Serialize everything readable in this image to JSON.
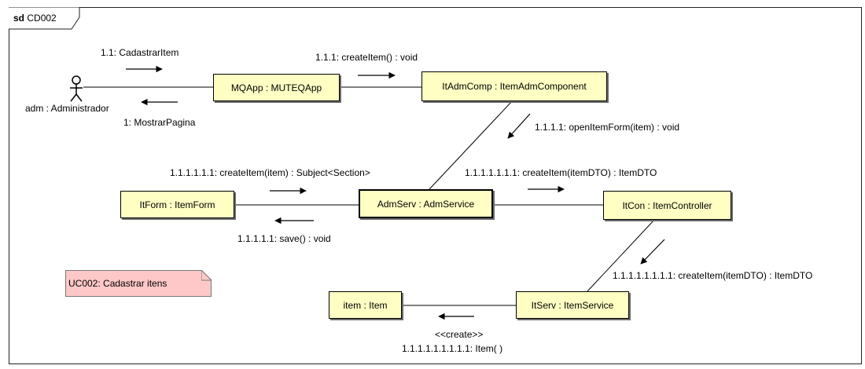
{
  "frame": {
    "kind": "sd",
    "name": "CD002"
  },
  "actor": {
    "label": "adm : Administrador"
  },
  "objects": {
    "mqapp": "MQApp : MUTEQApp",
    "itadmcomp": "ItAdmComp : ItemAdmComponent",
    "itform": "ItForm : ItemForm",
    "admserv": "AdmServ : AdmService",
    "itcon": "ItCon : ItemController",
    "item": "item : Item",
    "itserv": "ItServ : ItemService"
  },
  "messages": {
    "m1_1": "1.1: CadastrarItem",
    "m1": "1: MostrarPagina",
    "m1_1_1": "1.1.1: createItem() : void",
    "m1_1_1_1": "1.1.1.1: openItemForm(item) : void",
    "m1_1_1_1_1_1": "1.1.1.1.1.1: createItem(item) : Subject<Section>",
    "m1_1_1_1_1": "1.1.1.1.1: save() : void",
    "m_ctrl": "1.1.1.1.1.1.1: createItem(itemDTO) : ItemDTO",
    "m_serv": "1.1.1.1.1.1.1.1: createItem(itemDTO) : ItemDTO",
    "m_create_stereo": "<<create>>",
    "m_create": "1.1.1.1.1.1.1.1.1: Item( )"
  },
  "note": {
    "text": "UC002: Cadastrar itens"
  }
}
